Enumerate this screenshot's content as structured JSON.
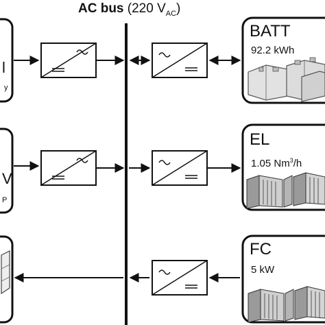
{
  "bus": {
    "label": "AC bus",
    "voltage_prefix": "(220 V",
    "voltage_sub": "AC",
    "voltage_suffix": ")"
  },
  "units": [
    {
      "title": "BATT",
      "value": "92.2 kWh"
    },
    {
      "title": "EL",
      "value_main": "1.05 Nm",
      "value_sup": "3",
      "value_tail": "/h"
    },
    {
      "title": "FC",
      "value": "5 kW"
    }
  ],
  "left_fragments": {
    "row1_char": "l",
    "row1_small": "y",
    "row2_char": "V",
    "row2_small": "P"
  },
  "converter_symbols": {
    "ac": "~",
    "dc": "="
  },
  "colors": {
    "line": "#111111",
    "device_fill": "#dedede",
    "device_dark": "#8a8a8a"
  }
}
